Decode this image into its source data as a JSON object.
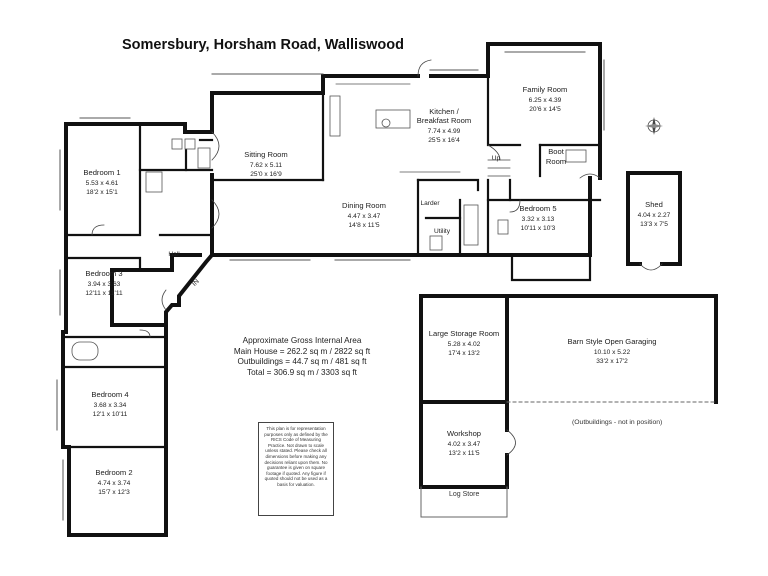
{
  "title": "Somersbury, Horsham Road, Walliswood",
  "rooms": {
    "sitting": {
      "name": "Sitting Room",
      "dims": "7.62 x 5.11",
      "imperial": "25'0 x 16'9"
    },
    "kitchen": {
      "name_1": "Kitchen /",
      "name_2": "Breakfast Room",
      "dims": "7.74 x 4.99",
      "imperial": "25'5 x 16'4"
    },
    "family": {
      "name": "Family Room",
      "dims": "6.25 x 4.39",
      "imperial": "20'6 x 14'5"
    },
    "boot": {
      "name_1": "Boot",
      "name_2": "Room"
    },
    "bed1": {
      "name": "Bedroom 1",
      "dims": "5.53 x 4.61",
      "imperial": "18'2 x 15'1"
    },
    "dining": {
      "name": "Dining Room",
      "dims": "4.47 x 3.47",
      "imperial": "14'8 x 11'5"
    },
    "larder": {
      "name": "Larder"
    },
    "utility": {
      "name": "Utility"
    },
    "bed5": {
      "name": "Bedroom 5",
      "dims": "3.32 x 3.13",
      "imperial": "10'11 x 10'3"
    },
    "hall": {
      "name": "Hall"
    },
    "in": {
      "name": "IN"
    },
    "up": {
      "name": "Up"
    },
    "bed3": {
      "name": "Bedroom 3",
      "dims": "3.94 x 3.63",
      "imperial": "12'11 x 11'11"
    },
    "bed4": {
      "name": "Bedroom 4",
      "dims": "3.68 x 3.34",
      "imperial": "12'1 x 10'11"
    },
    "bed2": {
      "name": "Bedroom 2",
      "dims": "4.74 x 3.74",
      "imperial": "15'7 x 12'3"
    },
    "shed": {
      "name": "Shed",
      "dims": "4.04 x 2.27",
      "imperial": "13'3 x 7'5"
    },
    "storage": {
      "name": "Large Storage Room",
      "dims": "5.28 x 4.02",
      "imperial": "17'4 x 13'2"
    },
    "garaging": {
      "name": "Barn Style Open Garaging",
      "dims": "10.10 x 5.22",
      "imperial": "33'2 x 17'2"
    },
    "workshop": {
      "name": "Workshop",
      "dims": "4.02 x 3.47",
      "imperial": "13'2 x 11'5"
    },
    "logstore": {
      "name": "Log Store"
    }
  },
  "area": {
    "heading": "Approximate Gross Internal Area",
    "main": "Main House = 262.2 sq m / 2822 sq ft",
    "outbuildings": "Outbuildings = 44.7 sq m / 481 sq ft",
    "total": "Total = 306.9 sq m / 3303 sq ft"
  },
  "outbuildings_note": "(Outbuildings - not in position)",
  "disclaimer": "This plan is for representation purposes only as defined by the RICS Code of Measuring Practice. Not drawn to scale unless stated. Please check all dimensions before making any decisions reliant upon them. No guarantee is given on square footage if quoted. Any figure if quoted should not be used as a basis for valuation."
}
